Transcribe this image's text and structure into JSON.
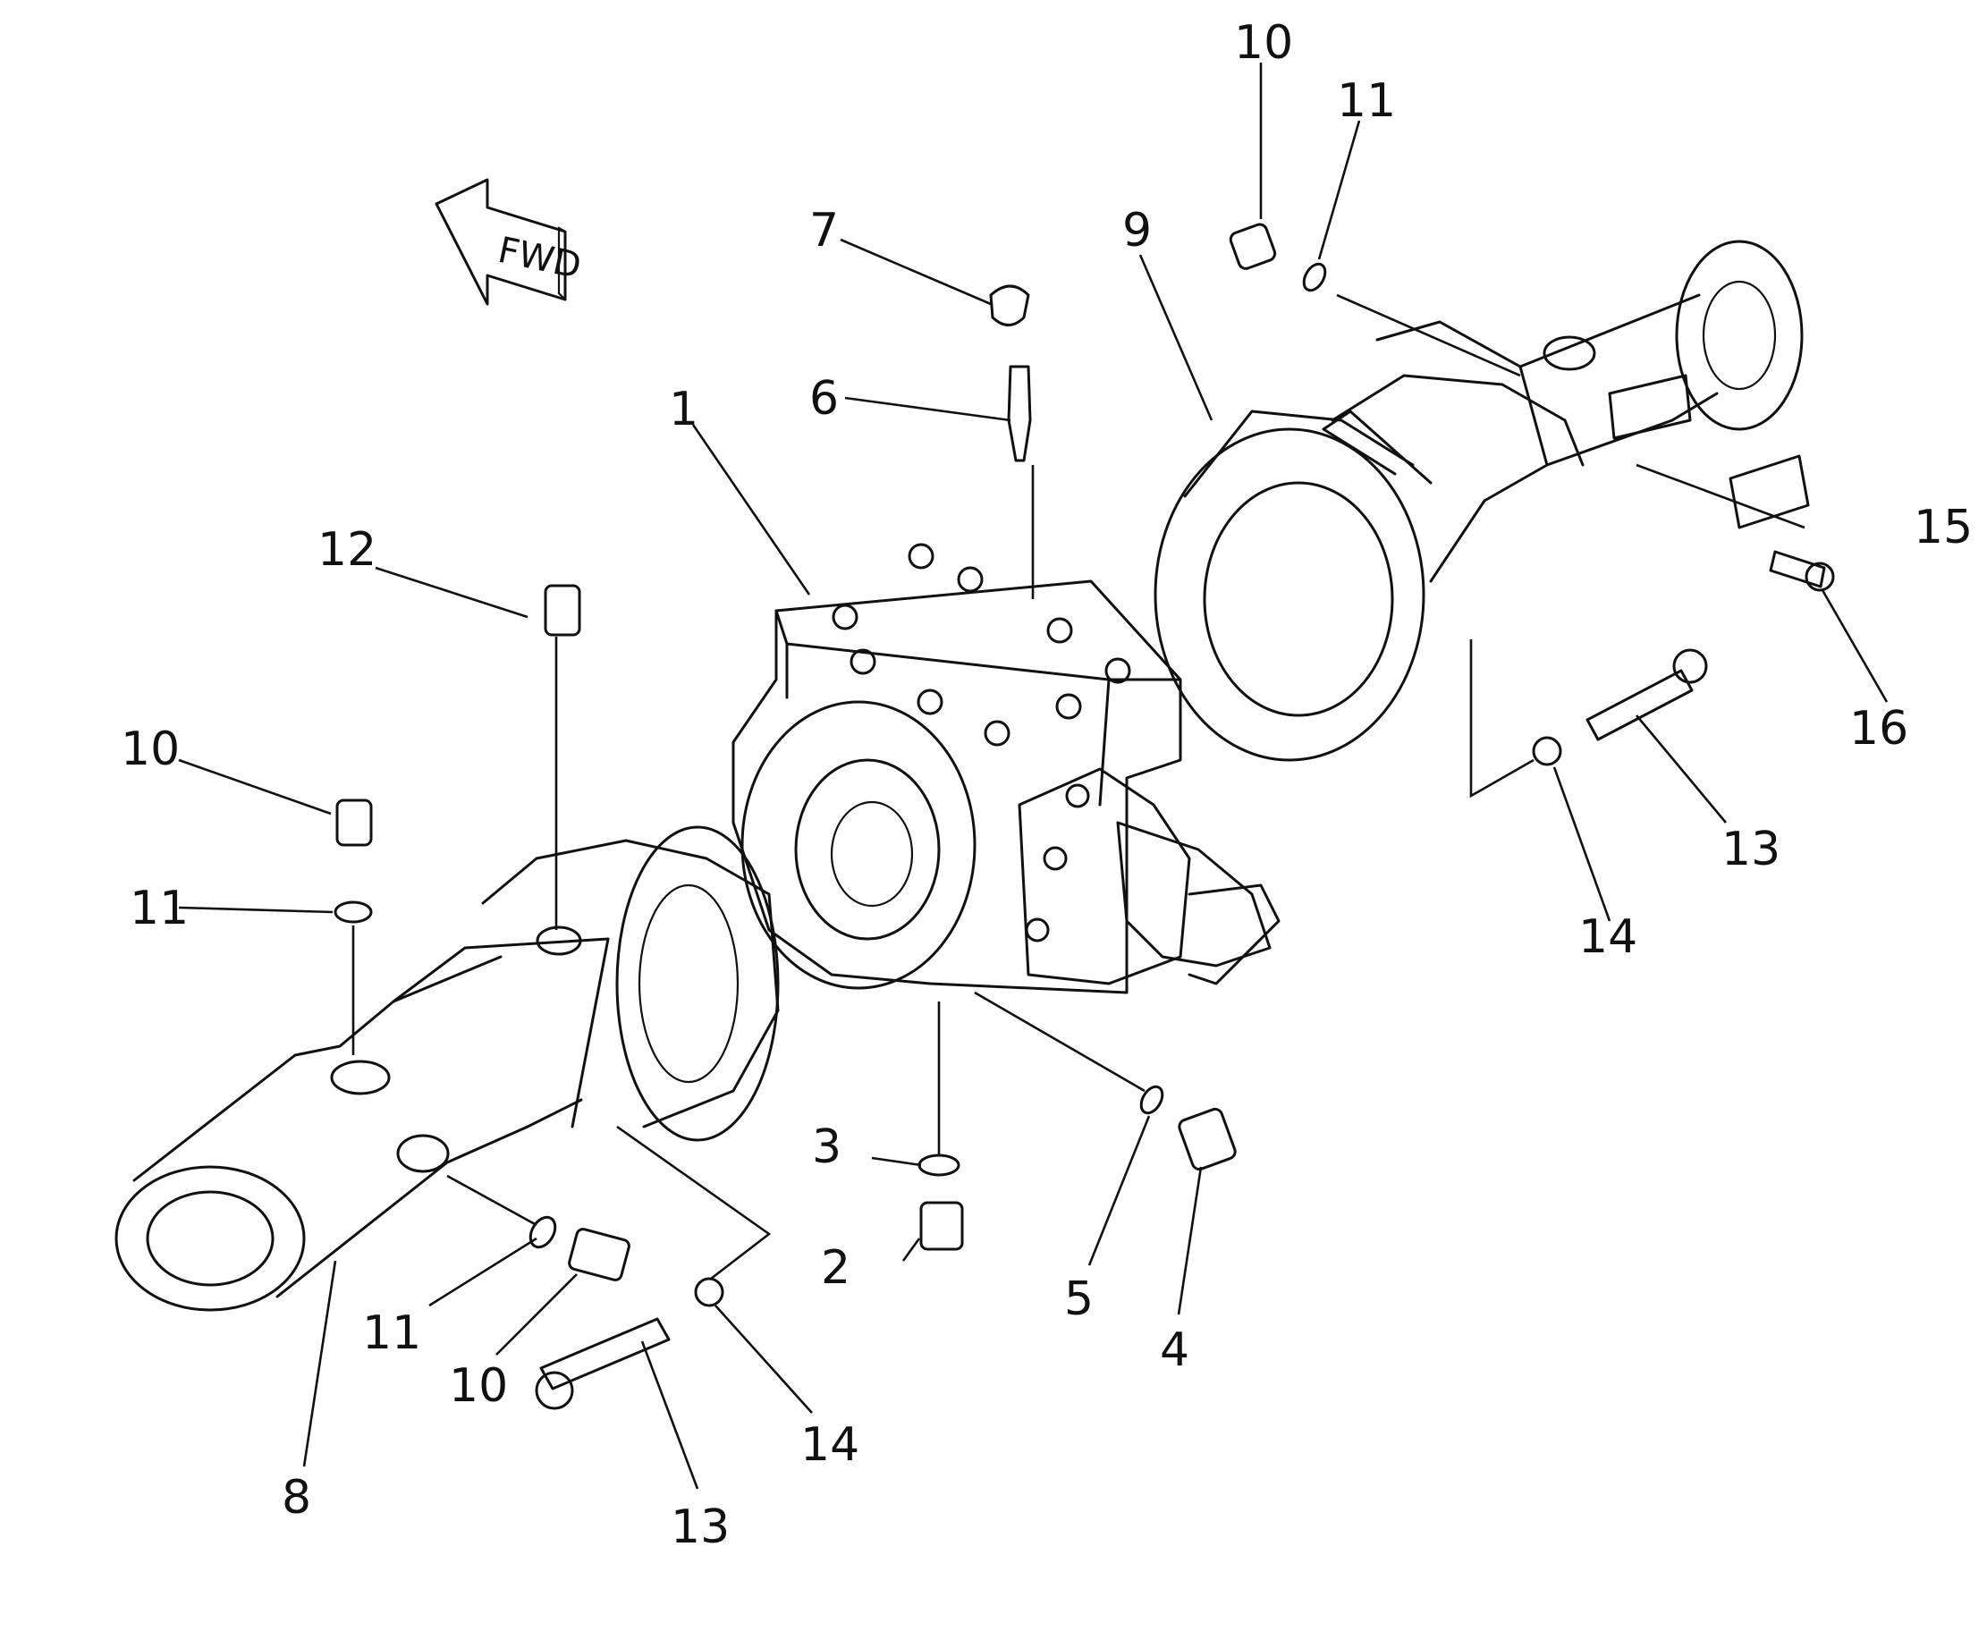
{
  "direction_arrow": {
    "label": "FWD"
  },
  "callouts": [
    {
      "id": "c1",
      "label": "1"
    },
    {
      "id": "c2",
      "label": "2"
    },
    {
      "id": "c3",
      "label": "3"
    },
    {
      "id": "c4",
      "label": "4"
    },
    {
      "id": "c5",
      "label": "5"
    },
    {
      "id": "c6",
      "label": "6"
    },
    {
      "id": "c7",
      "label": "7"
    },
    {
      "id": "c8",
      "label": "8"
    },
    {
      "id": "c9",
      "label": "9"
    },
    {
      "id": "c10a",
      "label": "10"
    },
    {
      "id": "c10b",
      "label": "10"
    },
    {
      "id": "c10c",
      "label": "10"
    },
    {
      "id": "c11a",
      "label": "11"
    },
    {
      "id": "c11b",
      "label": "11"
    },
    {
      "id": "c11c",
      "label": "11"
    },
    {
      "id": "c12",
      "label": "12"
    },
    {
      "id": "c13a",
      "label": "13"
    },
    {
      "id": "c13b",
      "label": "13"
    },
    {
      "id": "c14a",
      "label": "14"
    },
    {
      "id": "c14b",
      "label": "14"
    },
    {
      "id": "c15",
      "label": "15"
    },
    {
      "id": "c16",
      "label": "16"
    }
  ]
}
